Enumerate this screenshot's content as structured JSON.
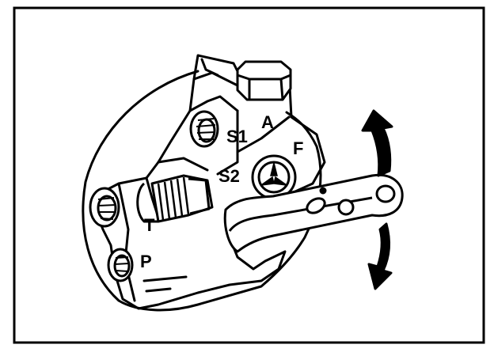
{
  "labels": {
    "a": "A",
    "f": "F",
    "s1": "S1",
    "s2": "S2",
    "t": "T",
    "p": "P"
  },
  "colors": {
    "ink": "#000000",
    "paper": "#ffffff"
  },
  "icons": {
    "rotate_up": "curved-arrow-up-icon",
    "rotate_down": "curved-arrow-down-icon"
  }
}
